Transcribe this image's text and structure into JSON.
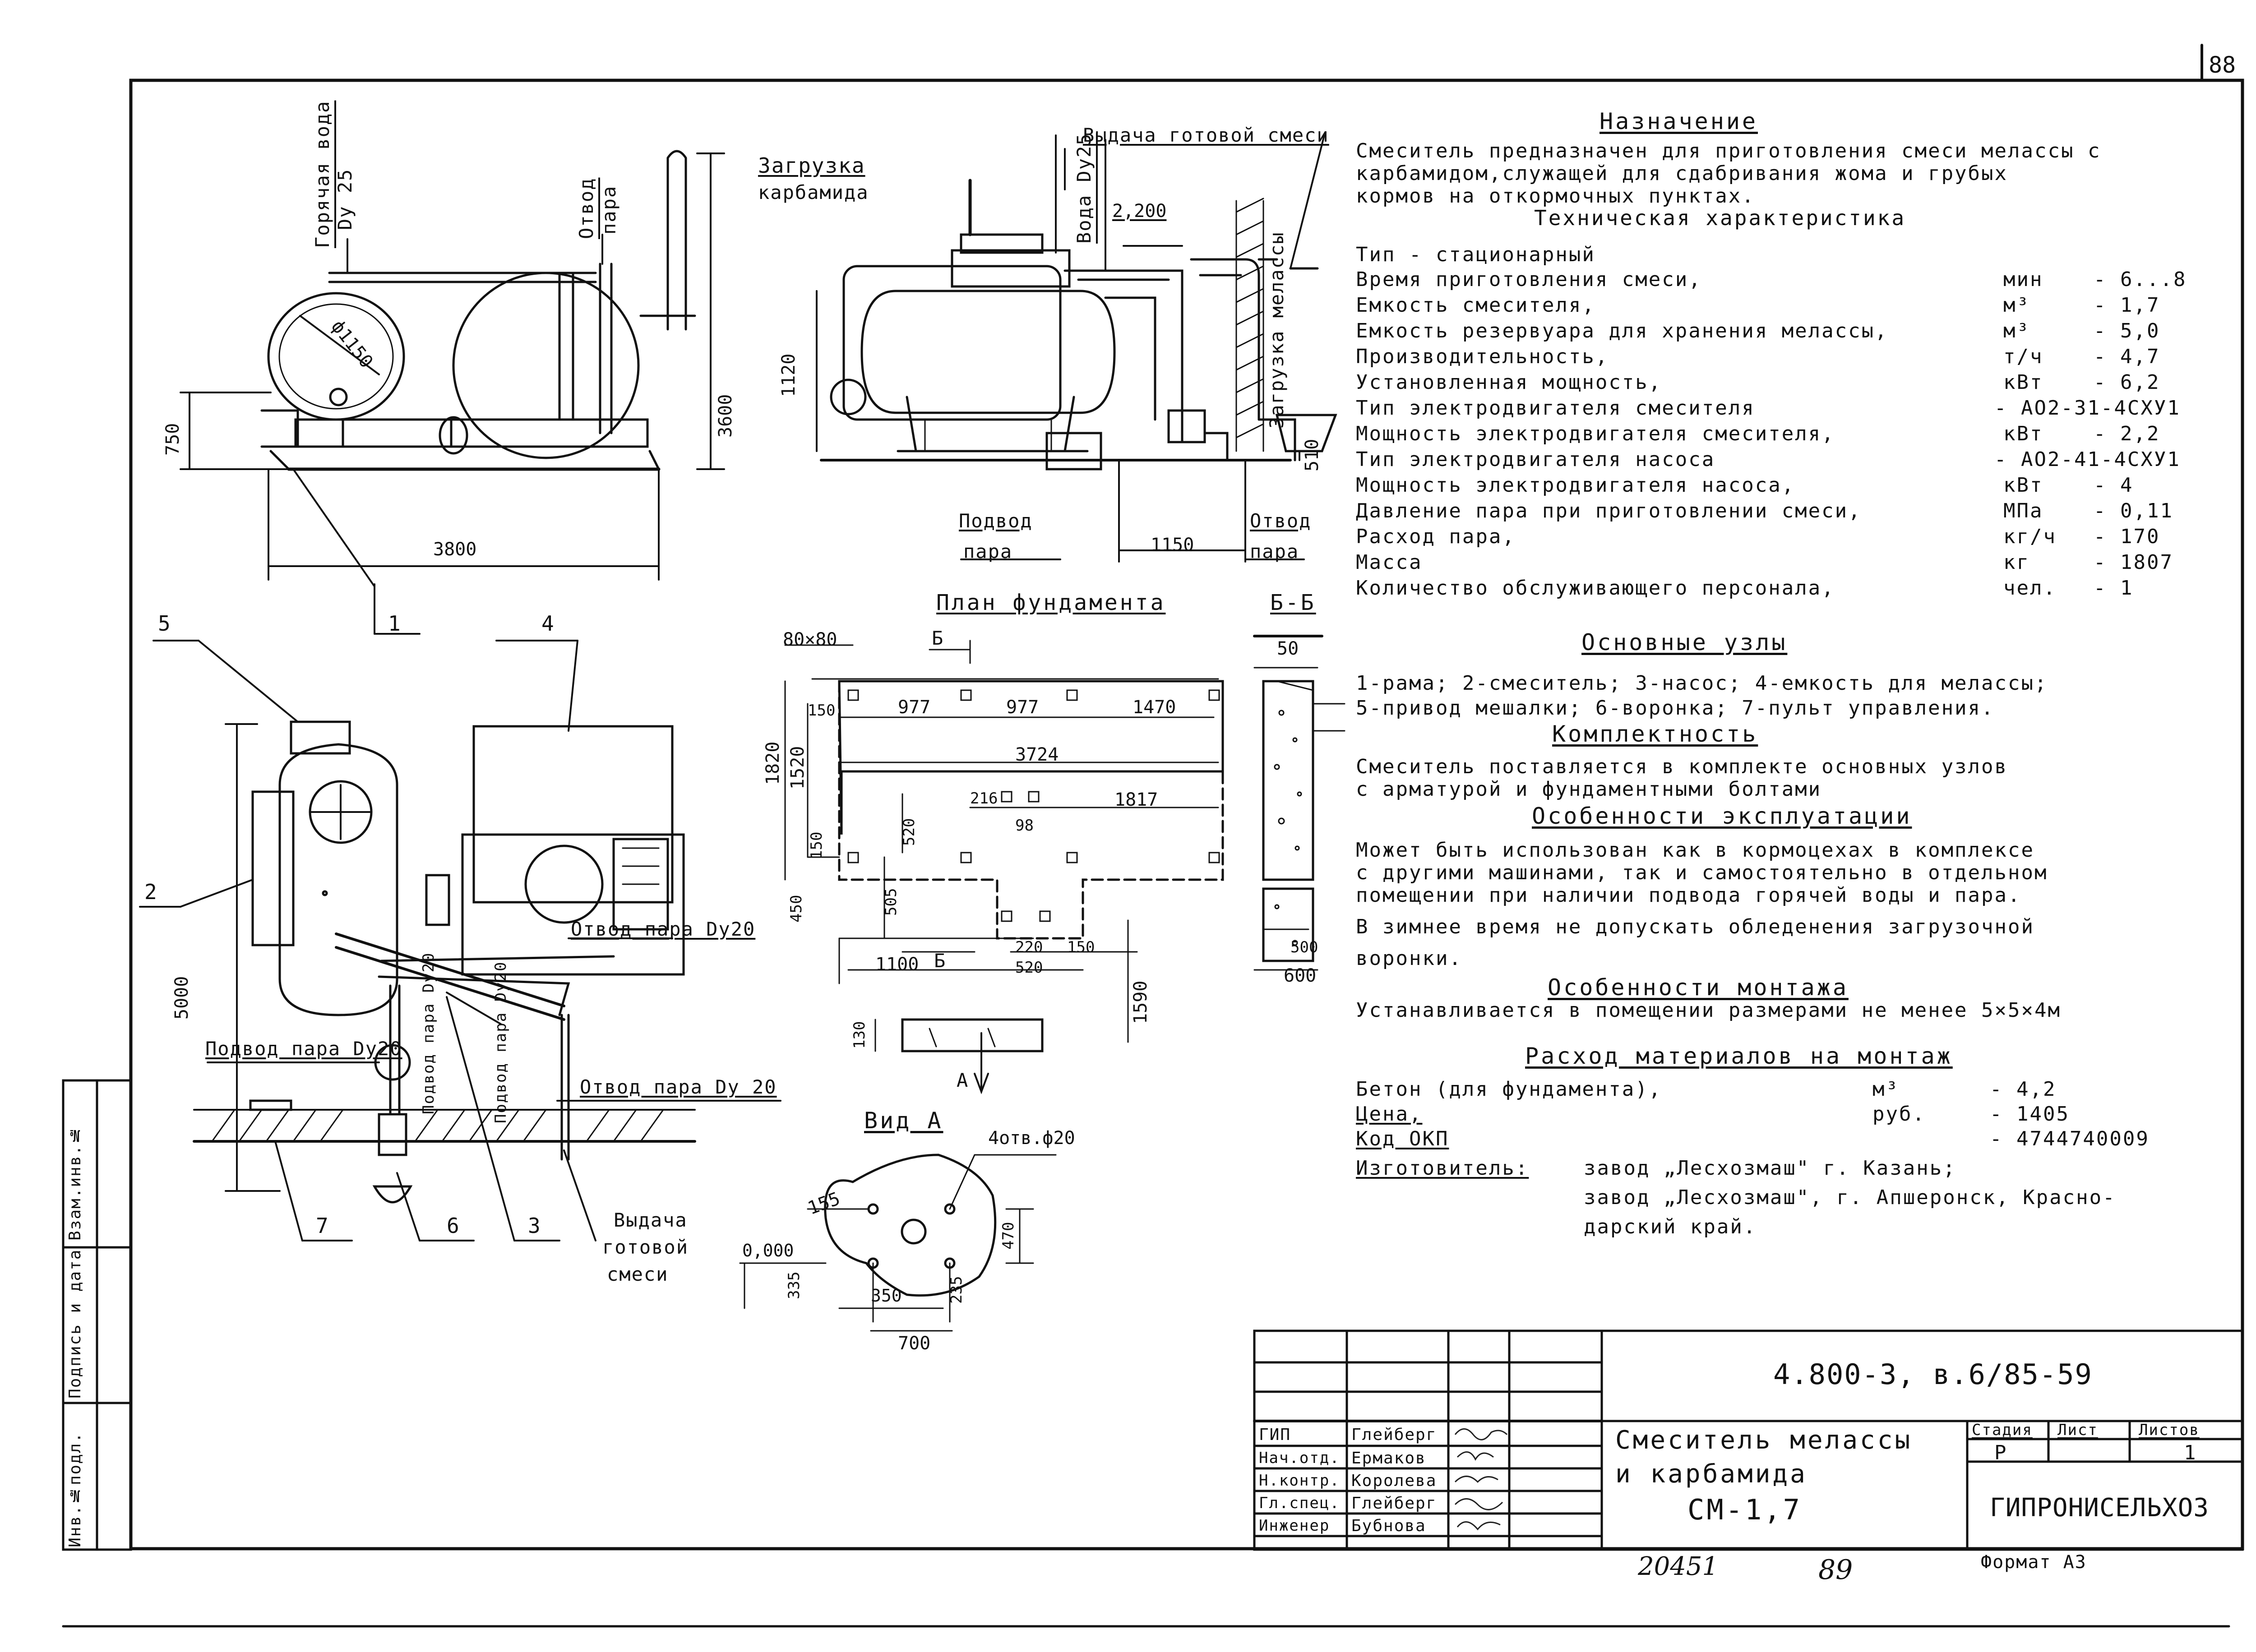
{
  "sheet_number": "88",
  "purpose": {
    "heading": "Назначение",
    "lines": [
      "Смеситель предназначен для приготовления смеси мелассы с",
      "карбамидом,служащей для сдабривания жома и грубых",
      "кормов на откормочных пунктах."
    ]
  },
  "tech": {
    "heading": "Техническая характеристика",
    "type_line": "Тип - стационарный",
    "rows": [
      {
        "name": "Время приготовления смеси,",
        "unit": "мин",
        "value": "- 6...8"
      },
      {
        "name": "Емкость смесителя,",
        "unit": "м³",
        "value": "- 1,7"
      },
      {
        "name": "Емкость резервуара для хранения мелассы,",
        "unit": "м³",
        "value": "- 5,0"
      },
      {
        "name": "Производительность,",
        "unit": "т/ч",
        "value": "- 4,7"
      },
      {
        "name": "Установленная мощность,",
        "unit": "кВт",
        "value": "- 6,2"
      },
      {
        "name": "Тип электродвигателя смесителя",
        "unit": "",
        "value": "- АО2-31-4СХУ1"
      },
      {
        "name": "Мощность электродвигателя смесителя,",
        "unit": "кВт",
        "value": "- 2,2"
      },
      {
        "name": "Тип электродвигателя насоса",
        "unit": "",
        "value": "- АО2-41-4СХУ1"
      },
      {
        "name": "Мощность электродвигателя насоса,",
        "unit": "кВт",
        "value": "- 4"
      },
      {
        "name": "Давление пара при приготовлении смеси,",
        "unit": "МПа",
        "value": "- 0,11"
      },
      {
        "name": "Расход пара,",
        "unit": "кг/ч",
        "value": "- 170"
      },
      {
        "name": "Масса",
        "unit": "кг",
        "value": "- 1807"
      },
      {
        "name": "Количество обслуживающего персонала,",
        "unit": "чел.",
        "value": "- 1"
      }
    ]
  },
  "units": {
    "heading": "Основные узлы",
    "lines": [
      "1-рама; 2-смеситель; 3-насос; 4-емкость для мелассы;",
      "5-привод мешалки; 6-воронка; 7-пульт управления."
    ]
  },
  "completeness": {
    "heading": "Комплектность",
    "lines": [
      "Смеситель поставляется в комплекте основных узлов",
      "с арматурой и фундаментными болтами"
    ]
  },
  "operation": {
    "heading": "Особенности эксплуатации",
    "lines": [
      "Может быть использован как в кормоцехах в комплексе",
      "с другими машинами, так и самостоятельно в отдельном",
      "помещении при наличии подвода горячей воды и пара.",
      "В зимнее время не допускать обледенения загрузочной",
      "воронки."
    ]
  },
  "mounting": {
    "heading": "Особенности монтажа",
    "line": "Устанавливается в помещении размерами не менее 5×5×4м"
  },
  "materials": {
    "heading": "Расход материалов на монтаж",
    "rows": [
      {
        "name": "Бетон (для фундамента),",
        "unit": "м³",
        "value": "- 4,2"
      },
      {
        "name": "Цена,",
        "unit": "руб.",
        "value": "- 1405"
      },
      {
        "name": "Код ОКП",
        "unit": "",
        "value": "- 4744740009"
      }
    ],
    "maker_label": "Изготовитель:",
    "maker_lines": [
      "завод „Лесхозмаш\" г. Казань;",
      "завод „Лесхозмаш\", г. Апшеронск, Красно-",
      "дарский край."
    ]
  },
  "labels": {
    "hot_water": "Горячая вода",
    "dy25": "Dy 25",
    "steam_out": "Отвод",
    "steam_word": "пара",
    "d1150": "ф1150",
    "dim_3600": "3600",
    "dim_750": "750",
    "dim_3800": "3800",
    "loading": "Загрузка",
    "carbamide": "карбамида",
    "water_dy25": "Вода Dy25",
    "output_mix": "Выдача готовой смеси",
    "dim_2200": "2,200",
    "dim_1120": "1120",
    "molasses_load": "Загрузка мелассы",
    "dim_510": "510",
    "steam_in": "Подвод",
    "steam_in_sub": "пара",
    "dim_1150": "1150",
    "steam_out2": "Отвод",
    "steam_out2_sub": "пара",
    "plan_heading": "План фундамента",
    "section_heading": "Б-Б",
    "view_heading": "Вид А",
    "holes": "4отв.ф20",
    "view_arrow": "А",
    "b_mark": "Б",
    "steam_out_dy20": "Отвод пара Dy20",
    "steam_in_dy20": "Подвод пара Dy20",
    "steam_in_v": "Подвод пара Dy20",
    "steam_in_v2": "Подвод пара Dy20",
    "steam_out_dy20b": "Отвод пара Dy 20",
    "output_lines": [
      "Выдача",
      "готовой",
      "смеси"
    ],
    "dim_5000": "5000"
  },
  "callouts": [
    "1",
    "2",
    "3",
    "4",
    "5",
    "6",
    "7"
  ],
  "plan_dims": [
    "80×80",
    "150",
    "977",
    "977",
    "1470",
    "3724",
    "216",
    "1817",
    "98",
    "520",
    "150",
    "505",
    "450",
    "1820",
    "1520",
    "1100",
    "220",
    "150",
    "520",
    "1590",
    "130",
    "50",
    "500",
    "600"
  ],
  "view_dims": [
    "155",
    "470",
    "0,000",
    "335",
    "350",
    "235",
    "700"
  ],
  "stamp": {
    "code": "4.800-3, в.6/85-59",
    "title_lines": [
      "Смеситель мелассы",
      "и карбамида",
      "СМ-1,7"
    ],
    "roles": [
      "ГИП",
      "Нач.отд.",
      "Н.контр.",
      "Гл.спец.",
      "Инженер"
    ],
    "names": [
      "Глейберг",
      "Ермаков",
      "Королева",
      "Глейберг",
      "Бубнова"
    ],
    "stage_head": "Стадия",
    "sheet_head": "Лист",
    "sheets_head": "Листов",
    "stage": "Р",
    "sheets": "1",
    "org": "ГИПРОНИСЕЛЬХОЗ",
    "format": "Формат А3",
    "handwritten_left": "20451",
    "handwritten_right": "89"
  },
  "side_strip": [
    "Взам.инв.№",
    "Подпись и дата",
    "Инв.№подл."
  ]
}
